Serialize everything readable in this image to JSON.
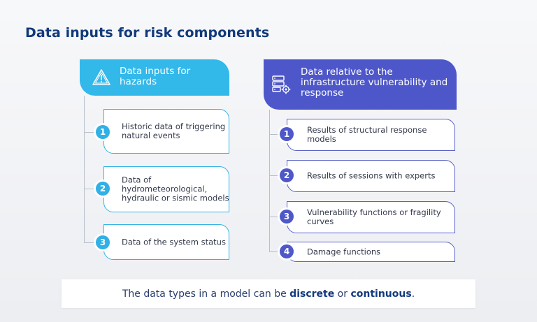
{
  "title": "Data inputs for risk components",
  "left": {
    "header": "Data inputs for hazards",
    "icon": "warning-triangle-icon",
    "color": "#33b8ea",
    "items": [
      {
        "num": "1",
        "text": "Historic data of triggering natural events"
      },
      {
        "num": "2",
        "text": "Data of hydrometeorological, hydraulic or sismic models"
      },
      {
        "num": "3",
        "text": "Data of the system status"
      }
    ]
  },
  "right": {
    "header": "Data relative to the infrastructure vulnerability and response",
    "icon": "server-gear-icon",
    "color": "#4e57c9",
    "items": [
      {
        "num": "1",
        "text": "Results of structural response models"
      },
      {
        "num": "2",
        "text": "Results of sessions with experts"
      },
      {
        "num": "3",
        "text": "Vulnerability functions or fragility curves"
      },
      {
        "num": "4",
        "text": "Damage functions"
      }
    ]
  },
  "footer": {
    "prefix": "The data types in a model can be ",
    "term1": "discrete",
    "middle": " or ",
    "term2": "continuous",
    "suffix": "."
  }
}
